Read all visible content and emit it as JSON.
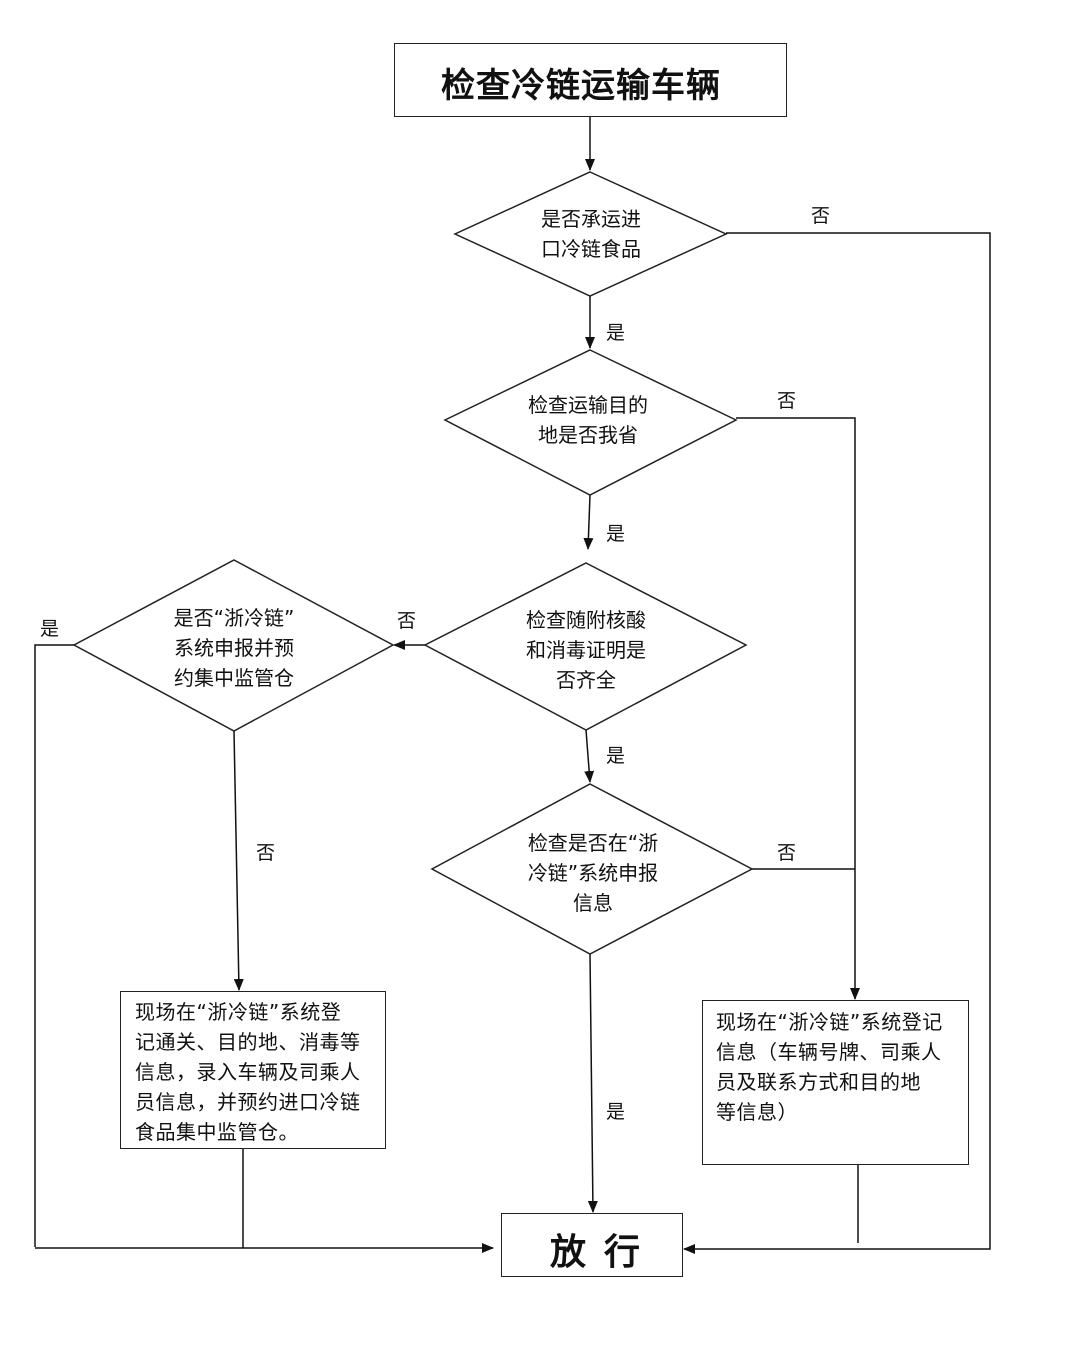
{
  "start": {
    "label": "检查冷链运输车辆"
  },
  "decisions": {
    "d1": {
      "line1": "是否承运进",
      "line2": "口冷链食品"
    },
    "d2": {
      "line1": "检查运输目的",
      "line2": "地是否我省"
    },
    "d3": {
      "line1": "检查随附核酸",
      "line2": "和消毒证明是",
      "line3": "否齐全"
    },
    "d4": {
      "line1": "检查是否在“浙",
      "line2": "冷链”系统申报",
      "line3": "信息"
    },
    "d5": {
      "line1": "是否“浙冷链”",
      "line2": "系统申报并预",
      "line3": "约集中监管仓"
    }
  },
  "boxes": {
    "left": {
      "line1": "现场在“浙冷链”系统登",
      "line2": "记通关、目的地、消毒等",
      "line3": "信息，录入车辆及司乘人",
      "line4": "员信息，并预约进口冷链",
      "line5": "食品集中监管仓。"
    },
    "right": {
      "line1": "现场在“浙冷链”系统登记",
      "line2": "信息（车辆号牌、司乘人",
      "line3": "员及联系方式和目的地",
      "line4": "等信息）"
    }
  },
  "end": {
    "label": "放行"
  },
  "edge_labels": {
    "yes": "是",
    "no": "否"
  }
}
